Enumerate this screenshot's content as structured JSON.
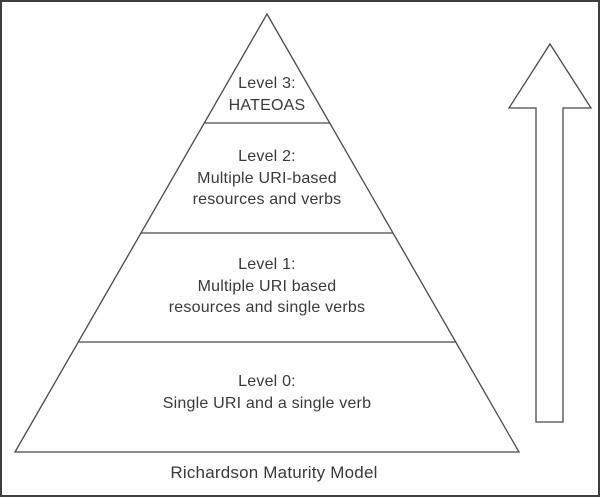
{
  "diagram": {
    "caption": "Richardson Maturity Model",
    "pyramid": {
      "levels": [
        {
          "title": "Level 3:",
          "lines": [
            "HATEOAS"
          ]
        },
        {
          "title": "Level 2:",
          "lines": [
            "Multiple URI-based",
            "resources and verbs"
          ]
        },
        {
          "title": "Level 1:",
          "lines": [
            "Multiple URI based",
            "resources and single verbs"
          ]
        },
        {
          "title": "Level 0:",
          "lines": [
            "Single URI and a single verb"
          ]
        }
      ]
    },
    "arrow_icon": "up-arrow",
    "colors": {
      "line": "#4a4a4a",
      "text": "#3a3a3a",
      "border": "#3e3e3e",
      "background": "#fefefe"
    }
  }
}
